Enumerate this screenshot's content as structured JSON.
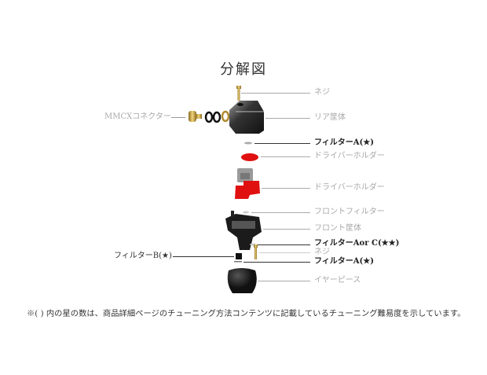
{
  "title": "分解図",
  "labels": {
    "screw_top": "ネジ",
    "mmcx": "MMCXコネクター",
    "rear_housing": "リア筐体",
    "filter_a_top": "フィルターA(★)",
    "driver_holder_1": "ドライバーホルダー",
    "driver_holder_2": "ドライバーホルダー",
    "front_filter": "フロントフィルター",
    "front_housing": "フロント筐体",
    "filter_a_or_c": "フィルターAor C(★★)",
    "screw_bottom": "ネジ",
    "filter_a_bottom": "フィルターA(★)",
    "filter_b": "フィルターB(★)",
    "ear_tip": "イヤーピース"
  },
  "footnote": "※( ) 内の星の数は、商品詳細ページのチューニング方法コンテンツに記載しているチューニング難易度を示しています。",
  "colors": {
    "gold": "#c9a24a",
    "red": "#e01010",
    "metal": "#2a2a2a",
    "silver": "#9a9a9a"
  }
}
